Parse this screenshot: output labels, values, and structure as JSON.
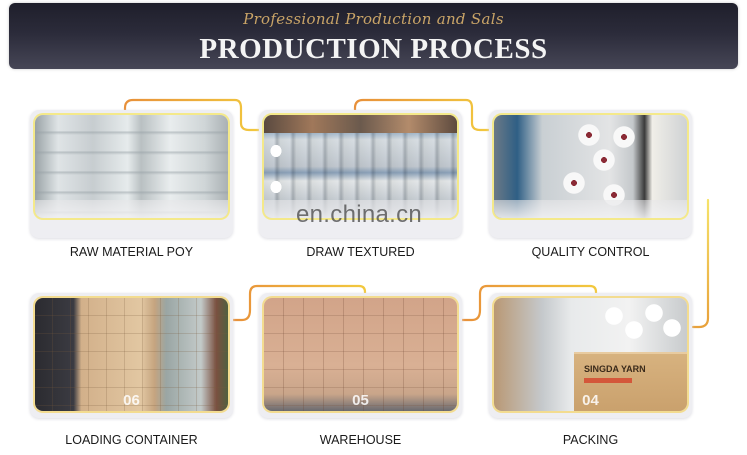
{
  "banner": {
    "subtitle": "Professional Production and Sals",
    "title": "PRODUCTION PROCESS"
  },
  "watermark": "en.china.cn",
  "accent_colors": {
    "banner_bg": "#2b2b3a",
    "subtitle": "#c9a467",
    "connector_orange": "#e9963a",
    "connector_yellow": "#f3d34a",
    "card_bg": "#eeeef2"
  },
  "steps": [
    {
      "label": "RAW MATERIAL POY",
      "number": "",
      "image": "white yarn bobbins stacked"
    },
    {
      "label": "DRAW TEXTURED",
      "number": "",
      "image": "texturing machine with yarn cones"
    },
    {
      "label": "QUALITY CONTROL",
      "number": "",
      "image": "worker inspecting yarn cones"
    },
    {
      "label": "PACKING",
      "number": "04",
      "image": "SINGDA YARN carton on packing line"
    },
    {
      "label": "WAREHOUSE",
      "number": "05",
      "image": "stacked cartons on pallets"
    },
    {
      "label": "LOADING CONTAINER",
      "number": "06",
      "image": "forklift loading cartons into container"
    }
  ],
  "carton_text": "SINGDA YARN"
}
